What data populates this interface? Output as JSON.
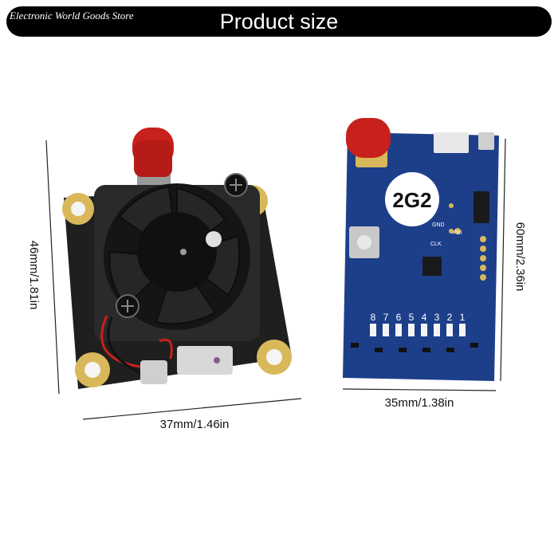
{
  "banner": {
    "store_name": "Electronic World  Goods Store",
    "title": "Product size"
  },
  "left_module": {
    "height_label": "46mm/1.81in",
    "width_label": "37mm/1.46in"
  },
  "right_module": {
    "height_label": "60mm/2.36in",
    "width_label": "35mm/1.38in",
    "board_label": "2G2",
    "led_numbers": [
      "8",
      "7",
      "6",
      "5",
      "4",
      "3",
      "2",
      "1"
    ],
    "pin_labels": [
      "GND",
      "PSI",
      "CLK"
    ]
  },
  "colors": {
    "pcb_black": "#1f1f1f",
    "pcb_blue": "#1d3f8a",
    "antenna_red": "#c8201c",
    "gold_pad": "#d8b85a"
  }
}
